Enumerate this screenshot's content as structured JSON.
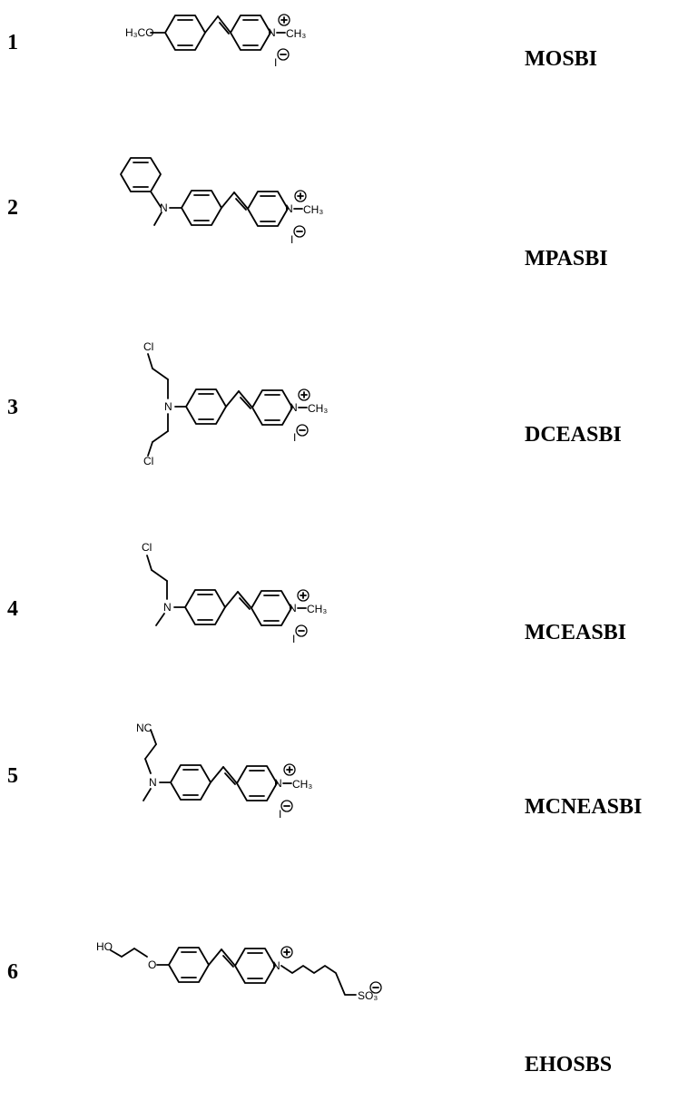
{
  "compounds": [
    {
      "number": "1",
      "name": "MOSBI",
      "substituent_labels": [
        "H₃CO"
      ],
      "n_label": "N",
      "n_substituent": "CH₃",
      "counterion": "I"
    },
    {
      "number": "2",
      "name": "MPASBI",
      "substituent_labels": [
        "N"
      ],
      "n_label": "N",
      "n_substituent": "CH₃",
      "counterion": "I"
    },
    {
      "number": "3",
      "name": "DCEASBI",
      "substituent_labels": [
        "Cl",
        "N",
        "Cl"
      ],
      "n_label": "N",
      "n_substituent": "CH₃",
      "counterion": "I"
    },
    {
      "number": "4",
      "name": "MCEASBI",
      "substituent_labels": [
        "Cl",
        "N"
      ],
      "n_label": "N",
      "n_substituent": "CH₃",
      "counterion": "I"
    },
    {
      "number": "5",
      "name": "MCNEASBI",
      "substituent_labels": [
        "NC",
        "N"
      ],
      "n_label": "N",
      "n_substituent": "CH₃",
      "counterion": "I"
    },
    {
      "number": "6",
      "name": "EHOSBS",
      "substituent_labels": [
        "HO",
        "O"
      ],
      "n_label": "N",
      "n_substituent": "",
      "counterion": "SO₃"
    }
  ]
}
